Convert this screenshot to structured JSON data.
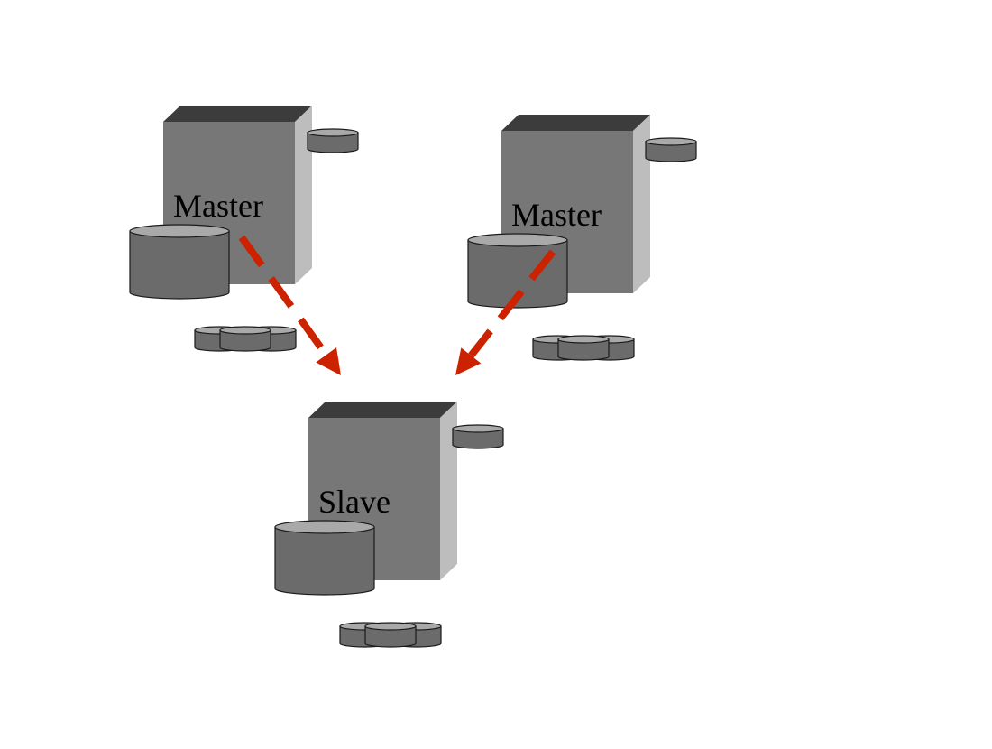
{
  "colors": {
    "background": "#ffffff",
    "box_front": "#777777",
    "box_top": "#3c3c3c",
    "box_side": "#bdbdbd",
    "disk_body": "#6b6b6b",
    "disk_top": "#a9a9a9",
    "outline": "#1a1a1a",
    "arrow": "#cc2200"
  },
  "nodes": [
    {
      "role": "master",
      "label": "Master",
      "icon": "server-box-icon"
    },
    {
      "role": "master",
      "label": "Master",
      "icon": "server-box-icon"
    },
    {
      "role": "slave",
      "label": "Slave",
      "icon": "server-box-icon"
    }
  ],
  "edges": [
    {
      "from": 0,
      "to": 2,
      "style": "dashed",
      "icon": "replication-arrow-icon"
    },
    {
      "from": 1,
      "to": 2,
      "style": "dashed",
      "icon": "replication-arrow-icon"
    }
  ]
}
